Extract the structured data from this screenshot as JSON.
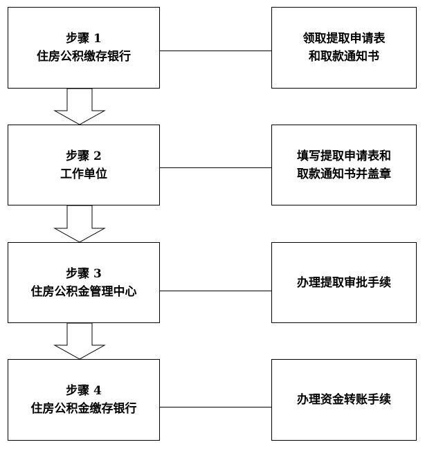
{
  "steps": [
    {
      "step_label": "步骤 1",
      "org": "住房公积缴存银行",
      "action_lines": [
        "领取提取申请表",
        "和取款通知书"
      ]
    },
    {
      "step_label": "步骤 2",
      "org": "工作单位",
      "action_lines": [
        "填写提取申请表和",
        "取款通知书并盖章"
      ]
    },
    {
      "step_label": "步骤 3",
      "org": "住房公积金管理中心",
      "action_lines": [
        "办理提取审批手续"
      ]
    },
    {
      "step_label": "步骤 4",
      "org": "住房公积金缴存银行",
      "action_lines": [
        "办理资金转账手续"
      ]
    }
  ],
  "colors": {
    "line": "#000000",
    "background": "#ffffff"
  }
}
